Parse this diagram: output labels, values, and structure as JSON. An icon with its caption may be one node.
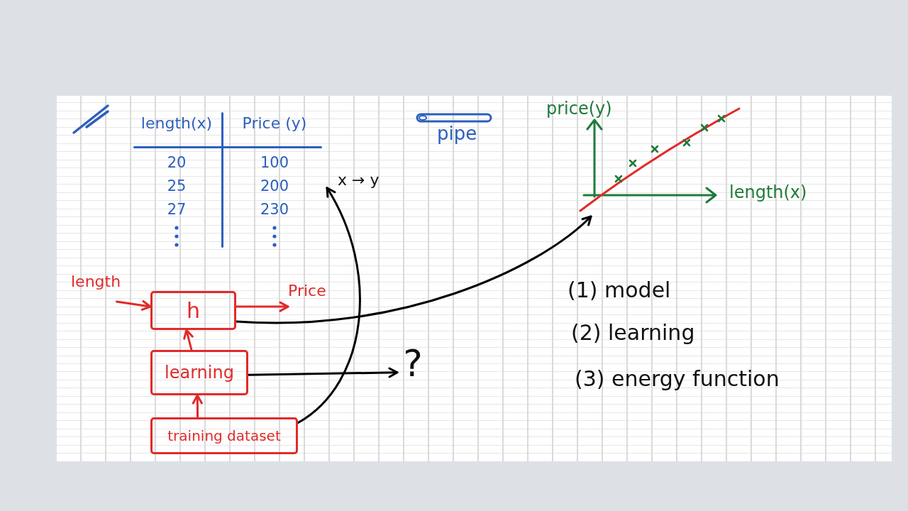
{
  "diagram": {
    "nodes": [
      {
        "text": [
          "length(x)",
          "Price (y)",
          "20",
          "100",
          "25",
          "200",
          "27",
          "230"
        ]
      },
      {
        "text": [
          "price(y)",
          "length(x)"
        ]
      },
      {
        "text": [
          "length"
        ]
      },
      {
        "text": [
          "h"
        ]
      },
      {
        "text": [
          "Price"
        ]
      },
      {
        "text": [
          "learning"
        ]
      },
      {
        "text": [
          "?"
        ]
      },
      {
        "text": [
          "training dataset"
        ]
      }
    ],
    "edges": [
      {
        "from": 2,
        "to": 3,
        "arrow": "to"
      },
      {
        "from": 3,
        "to": 4,
        "arrow": "to"
      },
      {
        "from": 5,
        "to": 3,
        "arrow": "to"
      },
      {
        "from": 7,
        "to": 5,
        "arrow": "to"
      },
      {
        "from": 7,
        "to": 0,
        "arrow": "to",
        "color": "#000000"
      },
      {
        "from": 3,
        "to": 1,
        "arrow": "to",
        "color": "#000000"
      },
      {
        "from": 5,
        "to": 6,
        "arrow": "to",
        "color": "#000000"
      }
    ],
    "labels": [
      "pipe",
      "x → y",
      "(1) model",
      "(2) learning",
      "(3) energy function"
    ]
  }
}
